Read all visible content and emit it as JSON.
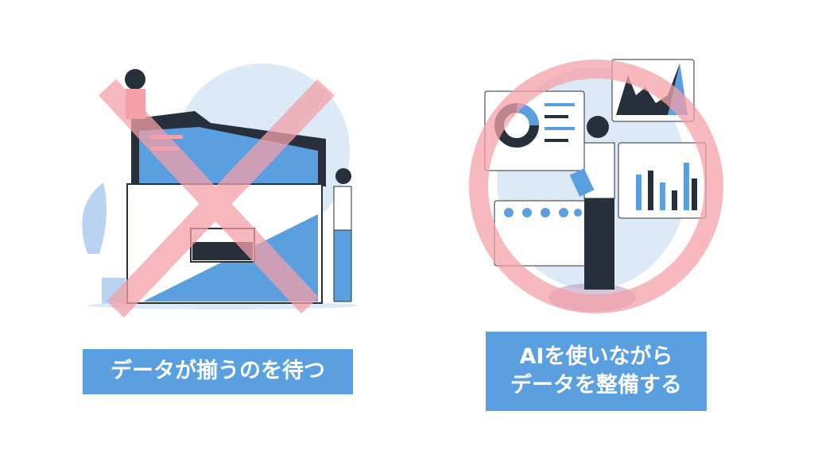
{
  "left_panel": {
    "caption": "データが揃うのを待つ",
    "mark": "cross",
    "mark_color": "#f4a0a8"
  },
  "right_panel": {
    "caption_line1": "AIを使いながら",
    "caption_line2": "データを整備する",
    "mark": "circle",
    "mark_color": "#f4a0a8"
  },
  "colors": {
    "label_bg": "#5a9fe0",
    "accent_blue": "#5a9fe0",
    "dark": "#27303a",
    "light_blue": "#dce9f7"
  }
}
